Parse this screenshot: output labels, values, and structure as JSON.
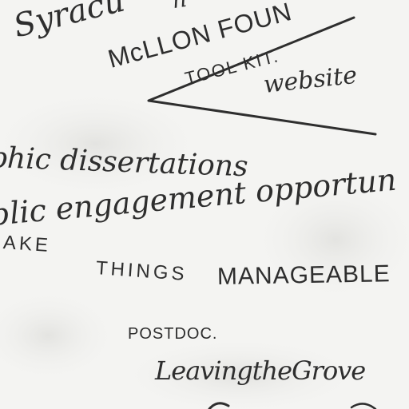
{
  "notes": {
    "top_fragment": "Syracu",
    "top_fragment_right": "h",
    "mellon": "McLLON FOUN",
    "toolkit": "TOOL KIT.",
    "website": "website",
    "dissertations": "phic dissertations",
    "engagement": "blic engagement opportun",
    "make": "AKE",
    "things": "THINGS",
    "manageable": "MANAGEABLE",
    "postdoc": "POSTDOC.",
    "leaving": "LeavingtheGrove"
  },
  "colors": {
    "paper": "#f4f4f2",
    "ink": "#2e2e2e"
  }
}
